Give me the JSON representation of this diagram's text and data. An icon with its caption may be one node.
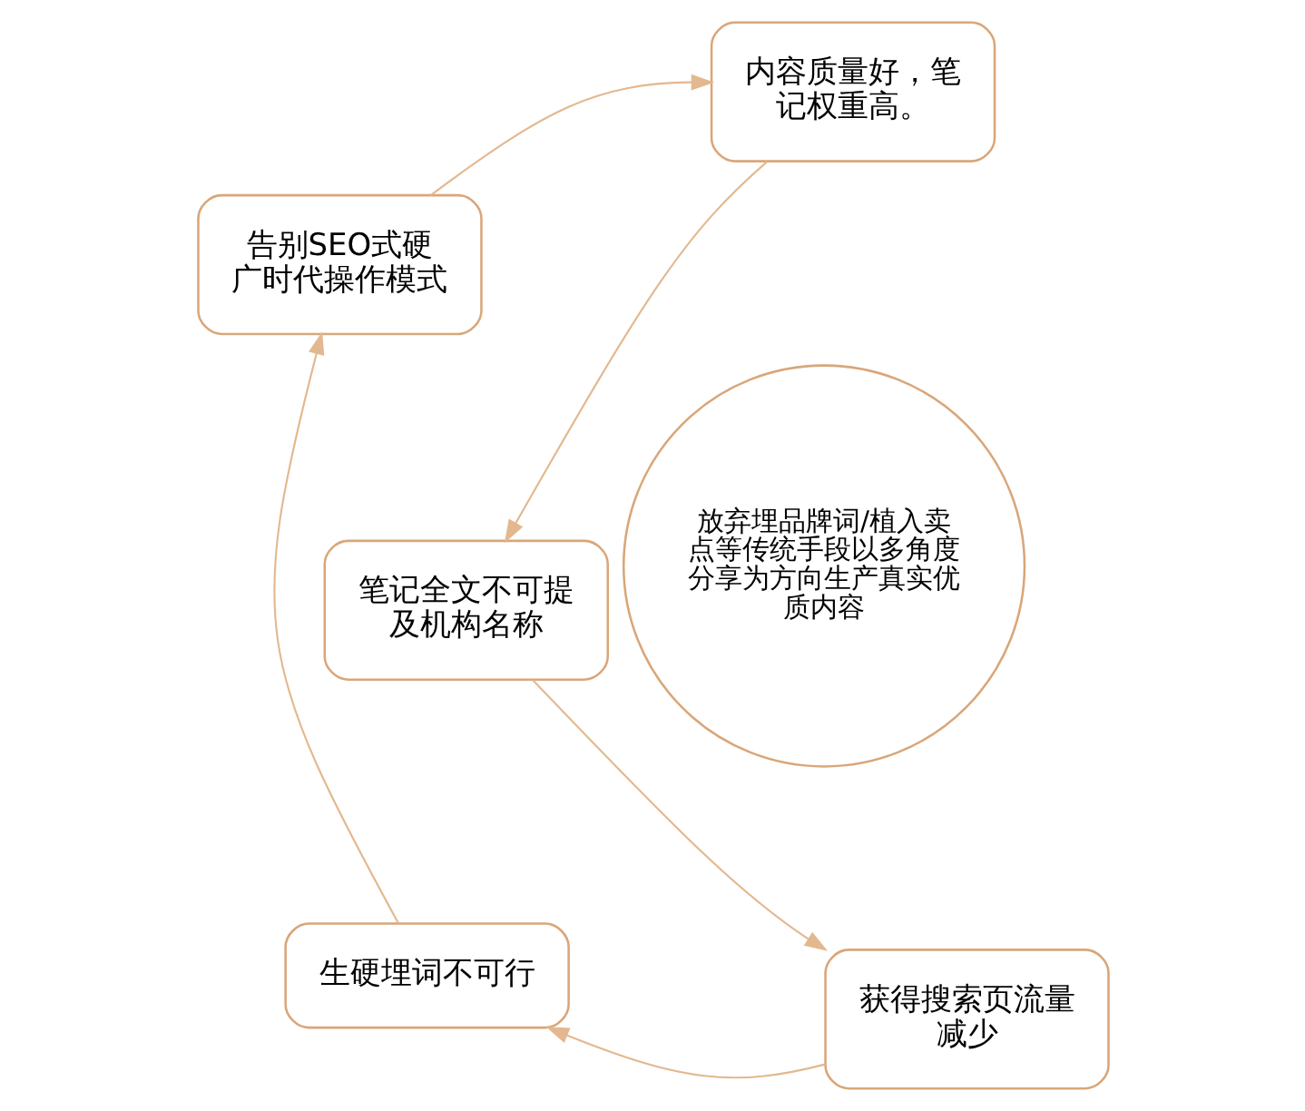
{
  "diagram": {
    "nodes": [
      {
        "text": [
          "笔记全文不可提及机构名称"
        ]
      },
      {
        "text": [
          "获得搜索页流量减少"
        ]
      },
      {
        "text": [
          "生硬埋词不可行"
        ]
      },
      {
        "text": [
          "告别SEO式硬广时代操作模式"
        ]
      },
      {
        "text": [
          "内容质量好，笔记权重高。"
        ]
      },
      {
        "text": [
          "放弃埋品牌词/植入卖点等传统手段以多角度分享为方向生产真实优质内容"
        ]
      }
    ],
    "edges": [
      {
        "from": 0,
        "to": 1,
        "arrow": "to"
      },
      {
        "from": 1,
        "to": 2,
        "arrow": "to"
      },
      {
        "from": 2,
        "to": 3,
        "arrow": "to"
      },
      {
        "from": 3,
        "to": 4,
        "arrow": "to"
      },
      {
        "from": 4,
        "to": 0,
        "arrow": "to"
      }
    ]
  }
}
